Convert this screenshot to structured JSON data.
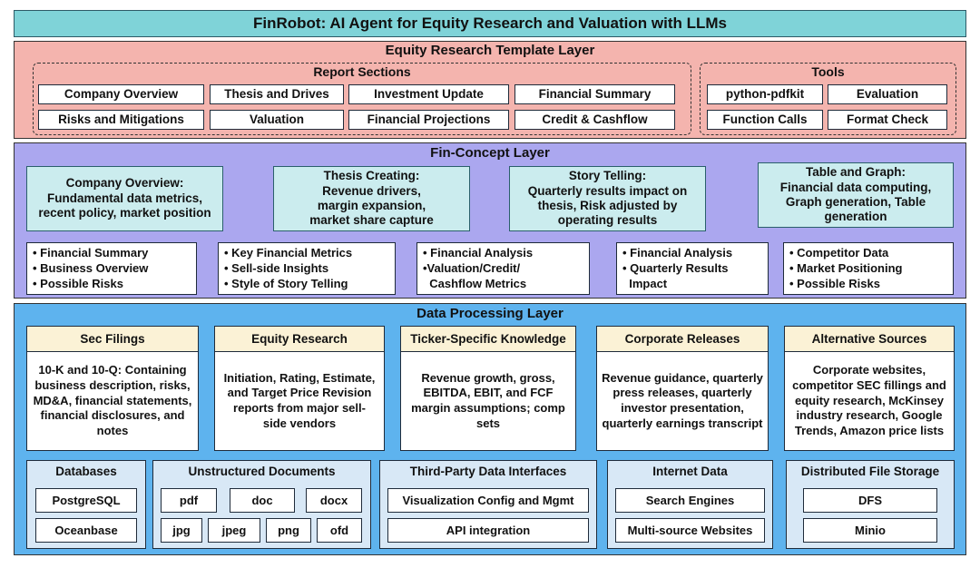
{
  "title": "FinRobot: AI Agent for Equity Research and Valuation with LLMs",
  "template_layer": {
    "title": "Equity Research Template Layer",
    "report_sections": {
      "title": "Report Sections",
      "items": [
        "Company Overview",
        "Thesis and Drives",
        "Investment Update",
        "Financial Summary",
        "Risks and Mitigations",
        "Valuation",
        "Financial Projections",
        "Credit & Cashflow"
      ]
    },
    "tools": {
      "title": "Tools",
      "items": [
        "python-pdfkit",
        "Evaluation",
        "Function Calls",
        "Format Check"
      ]
    }
  },
  "concept_layer": {
    "title": "Fin-Concept Layer",
    "concepts": [
      {
        "heading": "Company Overview:",
        "body": "Fundamental data metrics, recent policy, market position"
      },
      {
        "heading": "Thesis Creating:",
        "body": "Revenue drivers, margin expansion, market share capture"
      },
      {
        "heading": "Story Telling:",
        "body": "Quarterly results impact on thesis, Risk adjusted by operating results"
      },
      {
        "heading": "Table and Graph:",
        "body": "Financial data computing, Graph generation, Table generation"
      }
    ],
    "bullet_boxes": [
      [
        "• Financial Summary",
        "• Business Overview",
        "• Possible Risks"
      ],
      [
        "• Key Financial Metrics",
        "• Sell-side Insights",
        "• Style of Story Telling"
      ],
      [
        "• Financial Analysis",
        "•Valuation/Credit/",
        "  Cashflow Metrics"
      ],
      [
        "• Financial Analysis",
        "• Quarterly Results",
        "  Impact"
      ],
      [
        "• Competitor Data",
        "• Market Positioning",
        "• Possible Risks"
      ]
    ]
  },
  "data_layer": {
    "title": "Data Processing Layer",
    "sources": [
      {
        "heading": "Sec Filings",
        "body": "10-K and 10-Q: Containing business description, risks, MD&A, financial statements, financial disclosures, and notes"
      },
      {
        "heading": "Equity Research",
        "body": "Initiation, Rating, Estimate, and Target Price Revision reports from major sell-side vendors"
      },
      {
        "heading": "Ticker-Specific Knowledge",
        "body": "Revenue growth, gross, EBITDA, EBIT, and FCF margin assumptions; comp sets"
      },
      {
        "heading": "Corporate Releases",
        "body": "Revenue guidance, quarterly press releases, quarterly investor presentation, quarterly earnings transcript"
      },
      {
        "heading": "Alternative Sources",
        "body": "Corporate websites, competitor SEC fillings and equity research, McKinsey industry research, Google Trends, Amazon price lists"
      }
    ],
    "databases": {
      "title": "Databases",
      "items": [
        "PostgreSQL",
        "Oceanbase"
      ]
    },
    "unstructured": {
      "title": "Unstructured Documents",
      "items": [
        "pdf",
        "doc",
        "docx",
        "jpg",
        "jpeg",
        "png",
        "ofd"
      ]
    },
    "third_party": {
      "title": "Third-Party Data Interfaces",
      "items": [
        "Visualization Config and Mgmt",
        "API integration"
      ]
    },
    "internet": {
      "title": "Internet Data",
      "items": [
        "Search Engines",
        "Multi-source Websites"
      ]
    },
    "dfs": {
      "title": "Distributed File Storage",
      "items": [
        "DFS",
        "Minio"
      ]
    }
  },
  "colors": {
    "title_band": "#7fd3d8",
    "template_layer": "#f4b4ae",
    "concept_layer": "#aba7ef",
    "concept_box": "#cbecee",
    "data_layer": "#5eb3ee",
    "source_header": "#fbf2d6",
    "sub_panel": "#d8e8f6"
  }
}
